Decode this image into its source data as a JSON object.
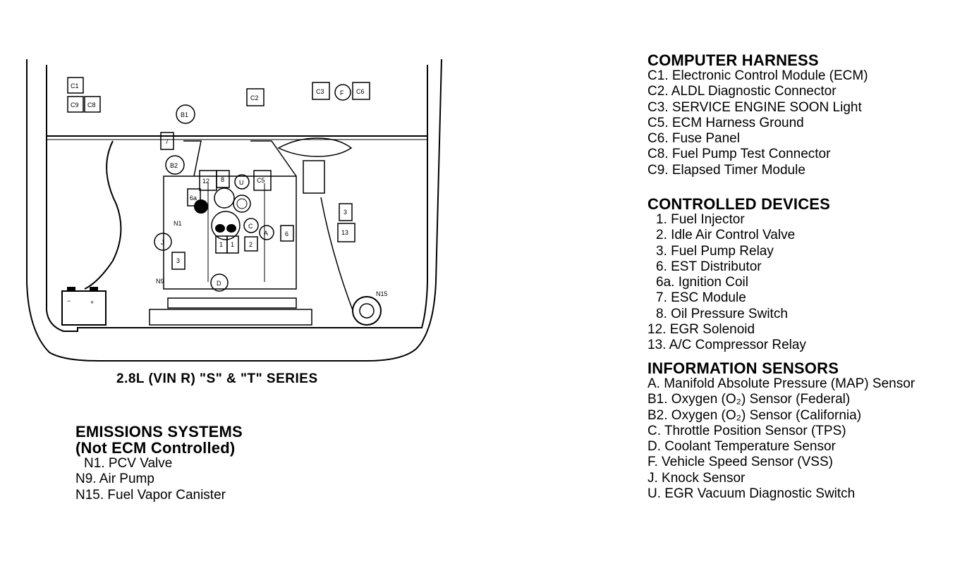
{
  "caption": "2.8L (VIN R) \"S\" & \"T\" SERIES",
  "emissions": {
    "title": "EMISSIONS SYSTEMS",
    "subtitle": "(Not ECM Controlled)",
    "items": [
      "N1. PCV Valve",
      "N9. Air Pump",
      "N15. Fuel Vapor Canister"
    ]
  },
  "computer_harness": {
    "title": "COMPUTER HARNESS",
    "items": [
      "C1. Electronic Control Module (ECM)",
      "C2. ALDL Diagnostic Connector",
      "C3. SERVICE ENGINE SOON Light",
      "C5. ECM Harness Ground",
      "C6. Fuse Panel",
      "C8. Fuel Pump Test Connector",
      "C9. Elapsed Timer Module"
    ]
  },
  "controlled_devices": {
    "title": "CONTROLLED DEVICES",
    "items": [
      "1. Fuel Injector",
      "2. Idle Air Control Valve",
      "3. Fuel Pump Relay",
      "6. EST Distributor",
      "6a. Ignition Coil",
      "7. ESC Module",
      "8. Oil Pressure Switch",
      "12. EGR Solenoid",
      "13. A/C Compressor Relay"
    ]
  },
  "information_sensors": {
    "title": "INFORMATION SENSORS",
    "items": [
      "A. Manifold Absolute Pressure (MAP) Sensor",
      "B1. Oxygen (O₂) Sensor (Federal)",
      "B2. Oxygen (O₂) Sensor (California)",
      "C. Throttle Position Sensor (TPS)",
      "D. Coolant Temperature Sensor",
      "F. Vehicle Speed Sensor (VSS)",
      "J. Knock Sensor",
      "U. EGR Vacuum Diagnostic Switch"
    ]
  },
  "diagram_labels": {
    "c1": "C1",
    "c9": "C9",
    "c8": "C8",
    "c2": "C2",
    "c3": "C3",
    "c6": "C6",
    "f": "F",
    "b1": "B1",
    "b2": "B2",
    "n7": "7",
    "n12": "12",
    "n8": "8",
    "u": "U",
    "c5": "C5",
    "n6a": "6a",
    "n1": "N1",
    "c": "C",
    "a": "A",
    "n6": "6",
    "r1a": "1",
    "r1b": "1",
    "n2": "2",
    "j": "J",
    "n3": "3",
    "n9": "N9",
    "d": "D",
    "n13a": "3",
    "n13b": "13",
    "n15": "N15",
    "bat_minus": "−",
    "bat_plus": "+"
  }
}
